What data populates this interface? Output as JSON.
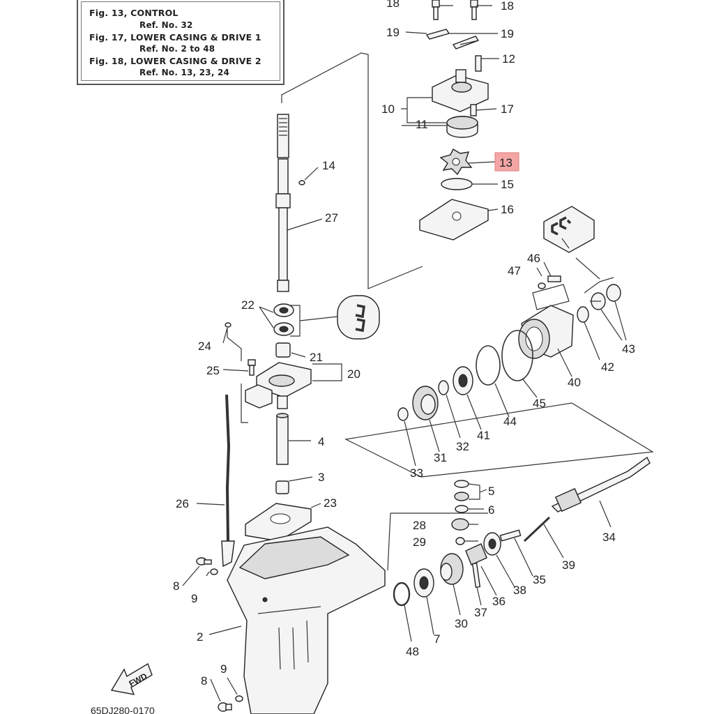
{
  "reference_box": {
    "lines": [
      "Fig. 13, CONTROL",
      "Ref. No. 32",
      "Fig. 17, LOWER CASING & DRIVE 1",
      "Ref. No. 2 to 48",
      "Fig. 18, LOWER CASING & DRIVE 2",
      "Ref. No. 13, 23, 24"
    ]
  },
  "part_labels": [
    "18",
    "18",
    "19",
    "19",
    "12",
    "10",
    "17",
    "11",
    "13",
    "15",
    "16",
    "14",
    "27",
    "46",
    "47",
    "22",
    "43",
    "24",
    "42",
    "21",
    "20",
    "25",
    "40",
    "45",
    "44",
    "41",
    "32",
    "31",
    "33",
    "4",
    "3",
    "5",
    "6",
    "26",
    "23",
    "28",
    "29",
    "34",
    "39",
    "35",
    "38",
    "8",
    "9",
    "36",
    "37",
    "30",
    "2",
    "7",
    "48",
    "9",
    "8"
  ],
  "highlighted_label": "13",
  "highlight_color": "#f4a6a6",
  "fwd_label": "FWD",
  "diagram_code": "65DJ280-0170",
  "icons": {
    "grease_symbol": "grease-cc-icon",
    "forward_arrow": "fwd-arrow-icon"
  }
}
